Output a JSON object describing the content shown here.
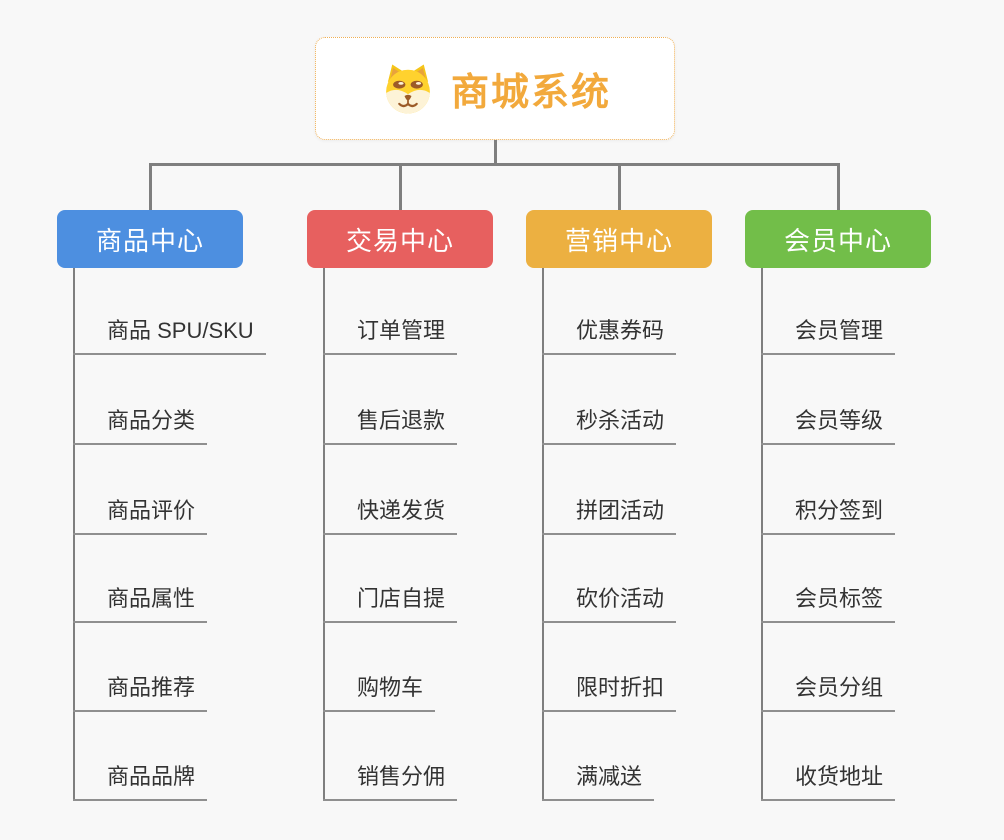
{
  "root": {
    "title": "商城系统",
    "icon": "dog-face-icon",
    "title_color": "#f2a93c",
    "border_color": "#f0b055"
  },
  "connector_color": "#7f7f7f",
  "underline_color": "#8f8f8f",
  "background_color": "#f8f8f8",
  "branches": [
    {
      "label": "商品中心",
      "color": "#4d8fe0",
      "items": [
        "商品 SPU/SKU",
        "商品分类",
        "商品评价",
        "商品属性",
        "商品推荐",
        "商品品牌"
      ]
    },
    {
      "label": "交易中心",
      "color": "#e7605f",
      "items": [
        "订单管理",
        "售后退款",
        "快递发货",
        "门店自提",
        "购物车",
        "销售分佣"
      ]
    },
    {
      "label": "营销中心",
      "color": "#ecb041",
      "items": [
        "优惠券码",
        "秒杀活动",
        "拼团活动",
        "砍价活动",
        "限时折扣",
        "满减送"
      ]
    },
    {
      "label": "会员中心",
      "color": "#72be49",
      "items": [
        "会员管理",
        "会员等级",
        "积分签到",
        "会员标签",
        "会员分组",
        "收货地址"
      ]
    }
  ]
}
